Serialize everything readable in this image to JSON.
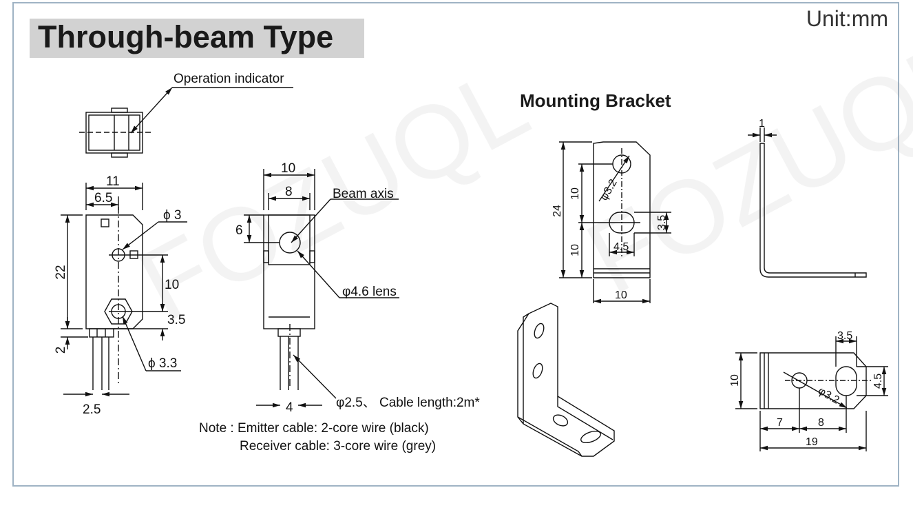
{
  "header": {
    "title": "Through-beam Type",
    "unit": "Unit:mm"
  },
  "bracket_title": "Mounting Bracket",
  "watermark": "FOZUQL",
  "labels": {
    "operation_indicator": "Operation indicator",
    "beam_axis": "Beam axis",
    "lens": "φ4.6 lens",
    "cable": "φ2.5、 Cable length:2m*",
    "phi3": "ϕ 3",
    "phi33": "ϕ 3.3"
  },
  "dims_front": {
    "w11": "11",
    "w65": "6.5",
    "h22": "22",
    "h10": "10",
    "h35": "3.5",
    "h2": "2",
    "w25": "2.5"
  },
  "dims_side": {
    "w10": "10",
    "w8": "8",
    "h6": "6",
    "w4": "4"
  },
  "dims_bracket": {
    "h24": "24",
    "h10a": "10",
    "h10b": "10",
    "d32": "φ3.2",
    "h35": "3.5",
    "w45": "4.5",
    "w10": "10",
    "t1": "1",
    "b_h10": "10",
    "b_w35": "3.5",
    "b_h45": "4.5",
    "b_d32": "φ3.2",
    "b_w7": "7",
    "b_w8": "8",
    "b_w19": "19"
  },
  "note": {
    "line1": "Note : Emitter cable: 2-core wire (black)",
    "line2": "Receiver cable: 3-core wire (grey)"
  }
}
